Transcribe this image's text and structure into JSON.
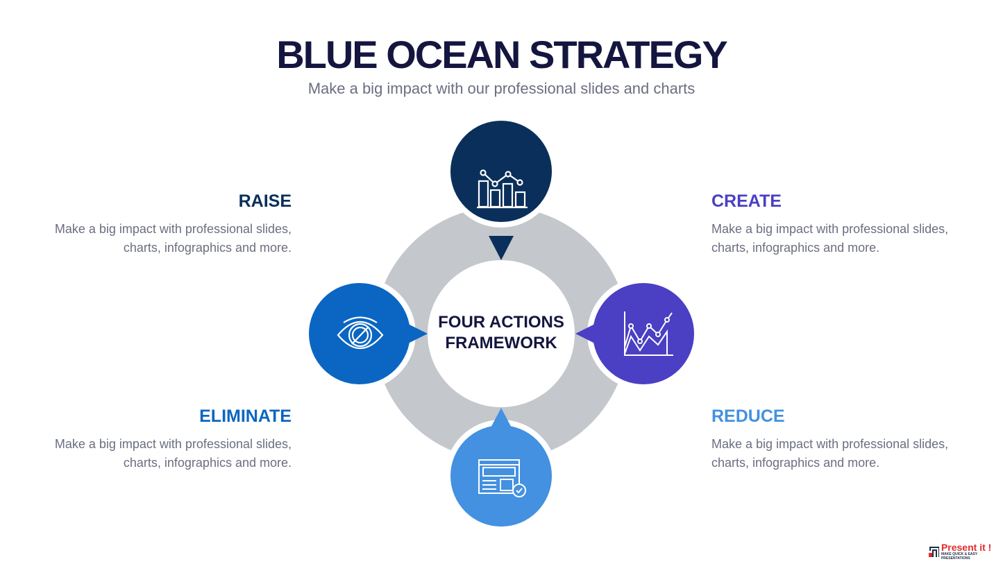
{
  "header": {
    "title": "BLUE OCEAN STRATEGY",
    "subtitle": "Make a big impact with our professional slides and charts"
  },
  "center": {
    "line1": "FOUR ACTIONS",
    "line2": "FRAMEWORK"
  },
  "actions": [
    {
      "title": "RAISE",
      "text": "Make a big impact with professional slides, charts, infographics and more.",
      "color": "#0a2f5a",
      "icon": "bar-line-chart-icon"
    },
    {
      "title": "CREATE",
      "text": "Make a big impact with professional slides, charts, infographics and more.",
      "color": "#4b3fc4",
      "icon": "growth-line-chart-icon"
    },
    {
      "title": "ELIMINATE",
      "text": "Make a big impact with professional slides, charts, infographics and more.",
      "color": "#0a66c2",
      "icon": "eye-icon"
    },
    {
      "title": "REDUCE",
      "text": "Make a big impact with professional slides, charts, infographics and more.",
      "color": "#4391e0",
      "icon": "web-settings-icon"
    }
  ],
  "logo": {
    "brand": "Present it !",
    "tagline": "MAKE QUICK & EASY PRESENTATIONS"
  }
}
